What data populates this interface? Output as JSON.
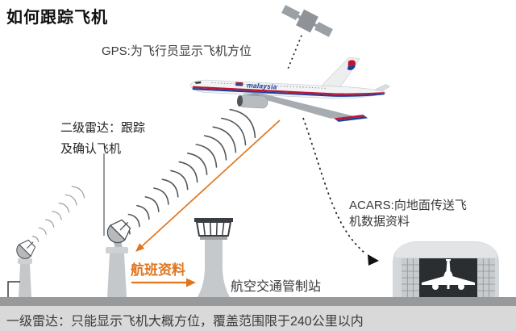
{
  "title": "如何跟踪飞机",
  "annotations": {
    "gps": "GPS:为飞行员显示飞机方位",
    "secondary_radar": {
      "line1": "二级雷达：跟踪",
      "line2": "及确认飞机"
    },
    "flight_data": "航班资料",
    "atc_station": "航空交通管制站",
    "acars": {
      "line1": "ACARS:向地面传送飞",
      "line2": "机数据资料"
    },
    "primary_radar_caption": "一级雷达：只能显示飞机大概方位，覆盖范围限于240公里以内"
  },
  "airplane": {
    "airline_titles": "malaysia"
  },
  "icons": {
    "satellite": "satellite-icon",
    "airplane": "airplane-icon",
    "primary_radar": "radar-dish-icon",
    "secondary_radar": "radar-dish-icon",
    "control_tower": "control-tower-icon",
    "airport_building": "airport-building-icon"
  },
  "colors": {
    "accent_orange": "#df761e",
    "wave_dark": "#54585c",
    "wave_light": "#9aa0a4",
    "ground_band": "#97999b",
    "caption_bg": "#d9d9d9",
    "text_dark": "#3a3a3a",
    "airline_red": "#c41230",
    "airline_blue": "#1c3f96"
  }
}
